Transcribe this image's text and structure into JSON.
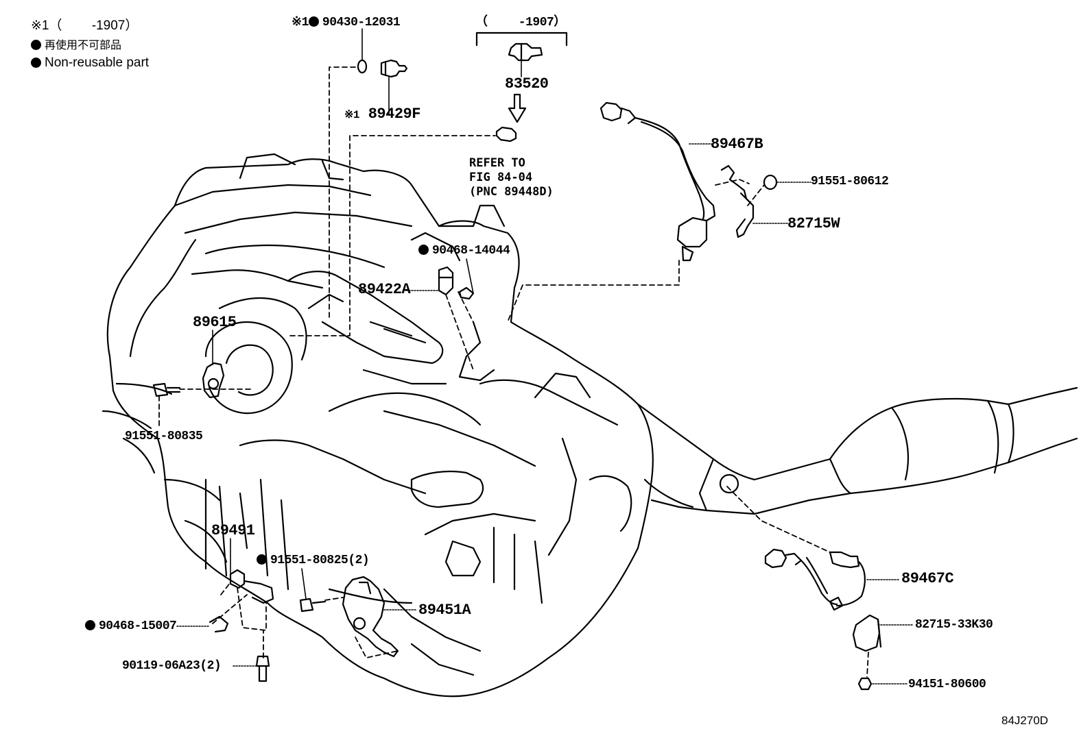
{
  "legend": {
    "note1": "※1（　　 -1907）",
    "jp": "再使用不可部品",
    "en": "Non-reusable part"
  },
  "bracket_label": "（　　 -1907）",
  "reference": [
    "REFER TO",
    "FIG 84-04",
    "(PNC 89448D)"
  ],
  "parts": {
    "p90430": "90430-12031",
    "p89429F": "89429F",
    "p83520": "83520",
    "p89467B": "89467B",
    "p91551_80612": "91551-80612",
    "p82715W": "82715W",
    "p90468_14044": "90468-14044",
    "p89422A": "89422A",
    "p89615": "89615",
    "p91551_80835": "91551-80835",
    "p89491": "89491",
    "p91551_80825": "91551-80825(2)",
    "p89451A": "89451A",
    "p90468_15007": "90468-15007",
    "p90119": "90119-06A23(2)",
    "p89467C": "89467C",
    "p82715_33K30": "82715-33K30",
    "p94151": "94151-80600"
  },
  "marks": {
    "note_ref": "※1"
  },
  "figure_id": "84J270D",
  "colors": {
    "ink": "#000000",
    "paper": "#ffffff"
  }
}
